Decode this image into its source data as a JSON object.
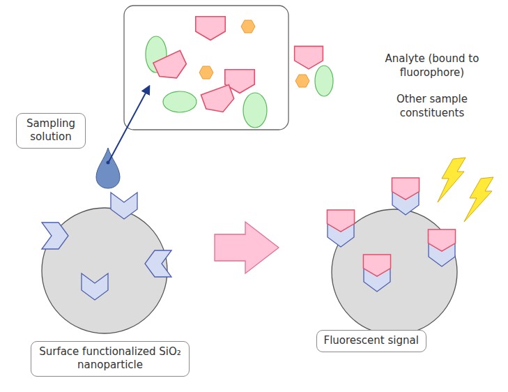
{
  "diagram": {
    "nodes": [
      {
        "text": [
          "Sampling solution"
        ]
      },
      {
        "text": [
          "Surface functionalized SiO₂ nanoparticle"
        ]
      },
      {
        "text": [
          "Fluorescent signal"
        ]
      }
    ],
    "labels": [
      "Analyte (bound to fluorophore)",
      "Other sample constituents"
    ]
  }
}
